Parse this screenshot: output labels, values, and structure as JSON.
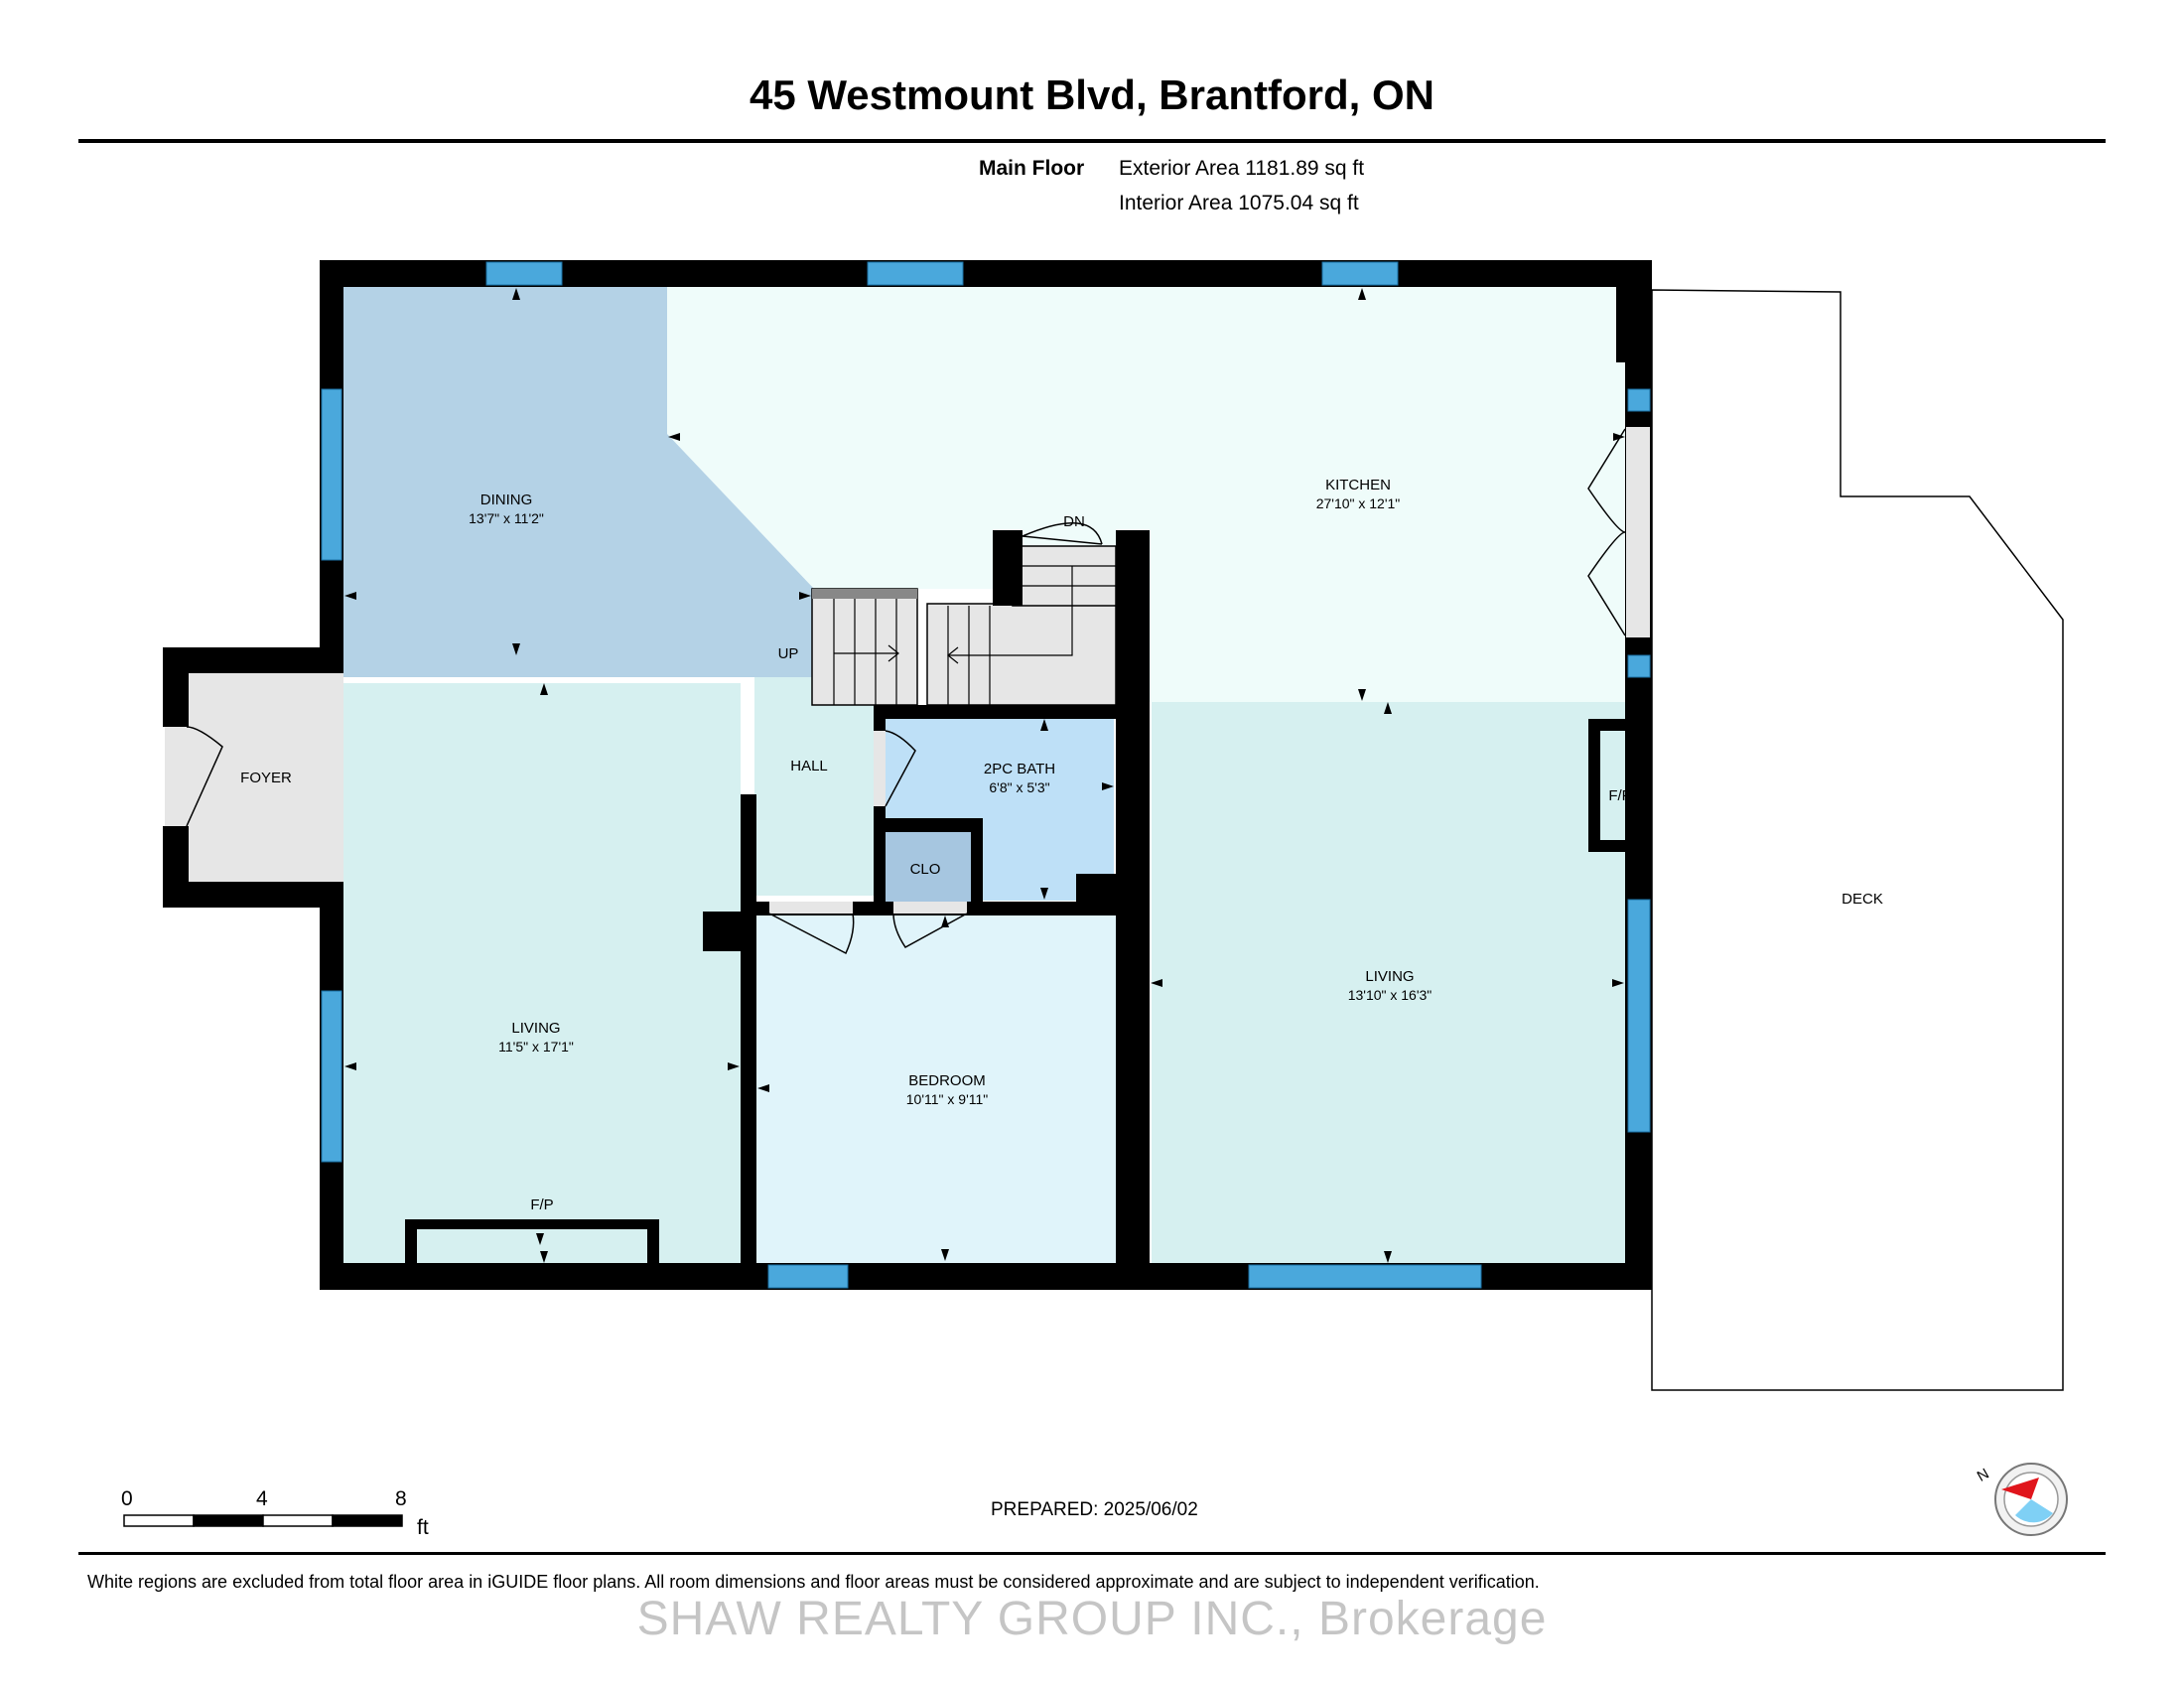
{
  "header": {
    "title": "45 Westmount Blvd, Brantford, ON",
    "floor_label": "Main Floor",
    "exterior_area": "Exterior Area 1181.89 sq ft",
    "interior_area": "Interior Area 1075.04 sq ft"
  },
  "rooms": [
    {
      "label": "DINING",
      "dims": "13'7\" x 11'2\""
    },
    {
      "label": "KITCHEN",
      "dims": "27'10\" x 12'1\""
    },
    {
      "label": "FOYER",
      "dims": ""
    },
    {
      "label": "HALL",
      "dims": ""
    },
    {
      "label": "2PC BATH",
      "dims": "6'8\" x 5'3\""
    },
    {
      "label": "CLO",
      "dims": ""
    },
    {
      "label": "LIVING",
      "dims": "11'5\" x 17'1\""
    },
    {
      "label": "BEDROOM",
      "dims": "10'11\" x 9'11\""
    },
    {
      "label": "LIVING",
      "dims": "13'10\" x 16'3\""
    },
    {
      "label": "DECK",
      "dims": ""
    }
  ],
  "annotations": {
    "stairs_up": "UP",
    "stairs_down": "DN",
    "fireplace_left": "F/P",
    "fireplace_right": "F/P"
  },
  "scale_bar": {
    "ticks": [
      "0",
      "4",
      "8"
    ],
    "unit": "ft"
  },
  "compass": {
    "label": "N",
    "icon": "north-compass-icon"
  },
  "footer": {
    "prepared": "PREPARED: 2025/06/02",
    "disclaimer": "White regions are excluded from total floor area in iGUIDE floor plans. All room dimensions and floor areas must be considered approximate and are subject to independent verification.",
    "watermark": "SHAW REALTY GROUP INC., Brokerage"
  },
  "colors": {
    "wall": "#000000",
    "window": "#4aa8dc",
    "dining": "#b4d2e6",
    "kitchen": "#effcfa",
    "living": "#d6f0f0",
    "bedroom": "#e0f4fa",
    "bath": "#bee0f7",
    "closet": "#a6c6e0",
    "foyer": "#e6e6e6",
    "stairs": "#e6e6e6"
  }
}
